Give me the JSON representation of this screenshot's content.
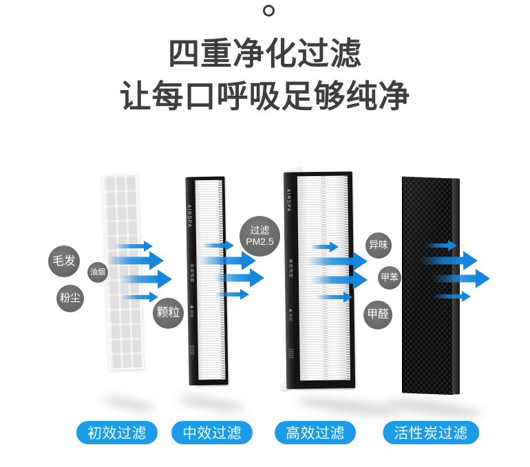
{
  "header": {
    "title": "四重净化过滤",
    "subtitle": "让每口呼吸足够纯净"
  },
  "pollutants": {
    "hair": "毛发",
    "oil_smoke": "油烟",
    "dust": "粉尘",
    "particles": "颗粒",
    "pm25_top": "过滤",
    "pm25_bottom": "PM2.5",
    "odor": "异味",
    "toluene": "甲苯",
    "formaldehyde": "甲醛"
  },
  "stages": [
    {
      "label": "初效过滤"
    },
    {
      "label": "中效过滤"
    },
    {
      "label": "高效过滤"
    },
    {
      "label": "活性炭过滤"
    }
  ],
  "filters": {
    "medium": {
      "brand": "AIRSPA",
      "frame_text": "中效滤网",
      "fan_icon": "✻",
      "wind_text": "风向"
    },
    "hepa": {
      "brand": "AIRSPA",
      "frame_text": "高效滤网",
      "fan_icon": "✻",
      "wind_text": "风向"
    }
  },
  "colors": {
    "accent_blue": "#1b9ce8",
    "arrow_blue": "#1387de",
    "bubble_gray": "#6f6f6f",
    "title_color": "#3e3e3e"
  }
}
